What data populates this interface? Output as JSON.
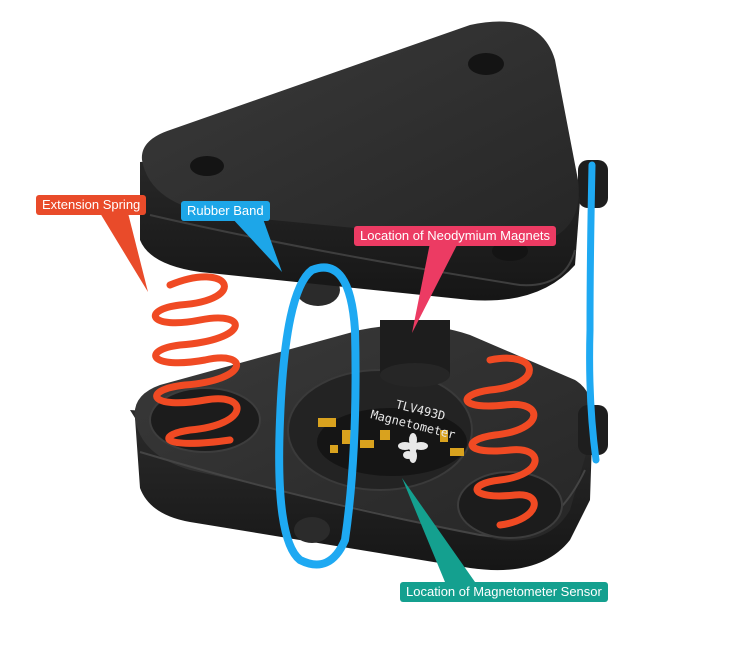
{
  "labels": {
    "extension_spring": "Extension Spring",
    "rubber_band": "Rubber Band",
    "neodymium_magnets": "Location of Neodymium Magnets",
    "magnetometer_sensor": "Location of Magnetometer Sensor"
  },
  "sensor_board": {
    "model": "TLV493D",
    "name": "Magnetometer"
  },
  "colors": {
    "spring": "#f04a23",
    "rubber_band": "#1ea9f2",
    "label_spring": "#e94b2a",
    "label_band": "#1da6e8",
    "label_magnets": "#ec3b63",
    "label_sensor": "#14a08f",
    "plastic": "#2a2a2a"
  }
}
